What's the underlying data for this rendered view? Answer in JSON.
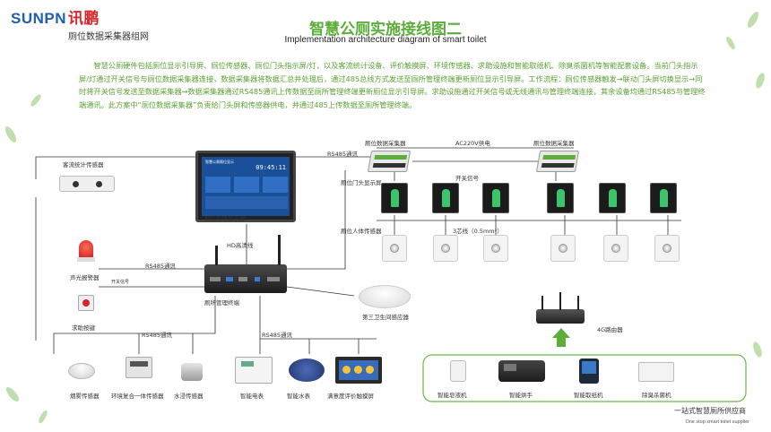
{
  "header": {
    "brand_en": "SUNPN",
    "brand_cn": "讯鹏",
    "section": "厕位数据采集器组网",
    "title_cn": "智慧公厕实施接线图二",
    "title_en": "Implementation architecture diagram of smart toilet"
  },
  "description": "智慧公厕硬件包括厕位显示引导屏、厕位传感器、厕位门头指示屏/灯，以及客流统计设备、评价触摸屏、环境传感器、求助设施和智能取纸机、除臭杀菌机等智能配套设备。当前门头指示屏/灯通过开关信号与厕位数据采集器连接，数据采集器将数据汇总并处理后，通过485总线方式发送至厕所管理终端更新厕位显示引导屏。工作流程：厕位传感器触发→联动门头屏切换显示→同时将开关信号发送至数据采集器→数据采集器通过RS485通讯上传数据至厕所管理终端更新厕位显示引导屏。求助设施通过开关信号或无线通讯与管理终端连接，其余设备均通过RS485与管理终端通讯。此方案中“厕位数据采集器”负责给门头屏和传感器供电，并通过485上传数据至厕所管理终端。",
  "labels": {
    "people_counter": "客流统计传感器",
    "guide_screen": "厕位引导显示屏",
    "hd_cable": "HD高清线",
    "rs485_a": "RS485通讯",
    "rs485_b": "RS485通讯",
    "rs485_c": "RS485通讯",
    "rs485_d": "RS485通讯",
    "switch_signal_left": "开关信号",
    "alarm": "声光报警器",
    "help_button": "求助按键",
    "terminal": "厕所管理终端",
    "collector_1": "厕位数据采集器",
    "collector_2": "厕位数据采集器",
    "ac_power": "AC220V供电",
    "door_screen": "厕位门头显示屏",
    "switch_signal": "开关信号",
    "human_sensor": "厕位人体传感器",
    "wire_3core": "3芯线（0.5mm²）",
    "hygiene_monitor": "第三卫生间感应器",
    "router": "4G路由器",
    "smoke": "烟雾传感器",
    "env_sensor": "环境复合一体传感器",
    "water_sensor": "水浸传感器",
    "meter_power": "智能电表",
    "meter_water": "智能水表",
    "evaluation": "满意度评价触摸屏",
    "soap": "智能皂液机",
    "hand_dryer": "智能烘手",
    "paper": "智能取纸机",
    "deodorizer": "除臭杀菌机",
    "screen_title": "智慧公厕厕位显示",
    "screen_time": "09:45:11"
  },
  "footer": {
    "cn": "一站式智慧厕所供应商",
    "en": "One stop smart toilet supplier"
  },
  "colors": {
    "brand_blue": "#1f5fb0",
    "brand_red": "#d6242a",
    "green": "#5cae3a",
    "line": "#333333"
  }
}
